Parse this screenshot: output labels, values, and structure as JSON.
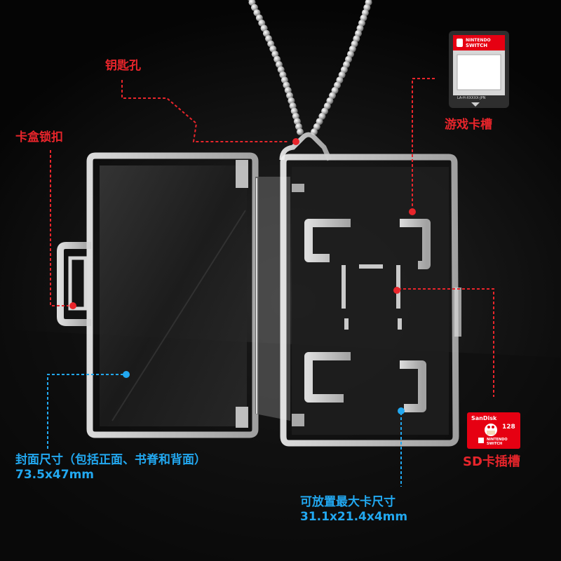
{
  "callouts": {
    "keyhole": "钥匙孔",
    "latch": "卡盒锁扣",
    "game_slot": "游戏卡槽",
    "sd_slot": "SD卡插槽",
    "cover_size": {
      "title": "封面尺寸（包括正面、书脊和背面）",
      "value": "73.5x47mm"
    },
    "max_card": {
      "title": "可放置最大卡尺寸",
      "value": "31.1x21.4x4mm"
    }
  },
  "game_card": {
    "brand_line1": "NINTENDO",
    "brand_line2": "SWITCH",
    "code": "LA-H-XXXXX-JPN"
  },
  "sd_card": {
    "brand": "SanDisk",
    "capacity": "128",
    "system_line1": "NINTENDO",
    "system_line2": "SWITCH"
  },
  "colors": {
    "callout_red": "#e8252b",
    "callout_blue": "#22a8f0",
    "switch_red": "#e60012"
  }
}
